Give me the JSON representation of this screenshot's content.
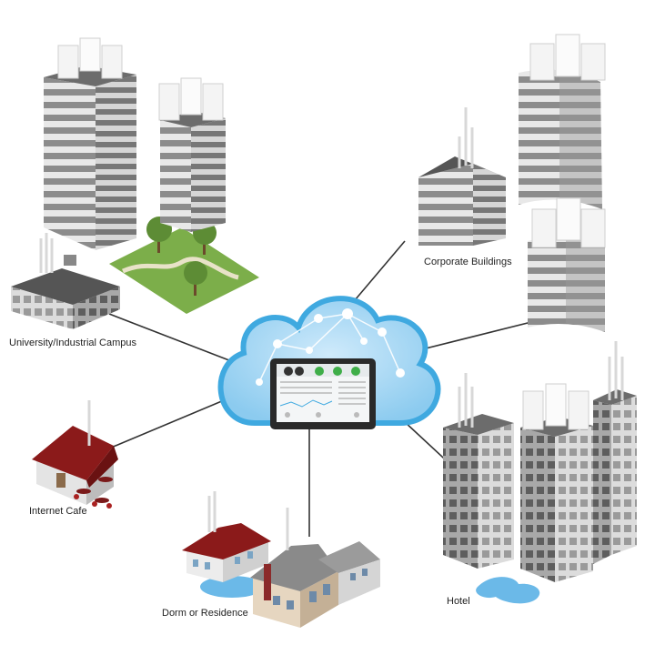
{
  "labels": {
    "campus": "University/Industrial Campus",
    "corporate": "Corporate Buildings",
    "cafe": "Internet Cafe",
    "dorm": "Dorm or Residence",
    "hotel": "Hotel"
  },
  "colors": {
    "cloud_fill": "#9fd3f0",
    "cloud_stroke": "#3fa9e0",
    "line": "#333333",
    "building_light": "#e6e6e6",
    "building_mid": "#bdbdbd",
    "building_dark": "#7a7a7a",
    "roof_red": "#8b1a1a",
    "grass": "#7cae4a",
    "water": "#6bb9e8",
    "status_green": "#3fae49",
    "status_dark": "#333333"
  },
  "icons": {
    "cloud": "cloud-icon",
    "tablet": "tablet-icon",
    "access_point": "access-point-icon",
    "antenna": "antenna-icon"
  }
}
